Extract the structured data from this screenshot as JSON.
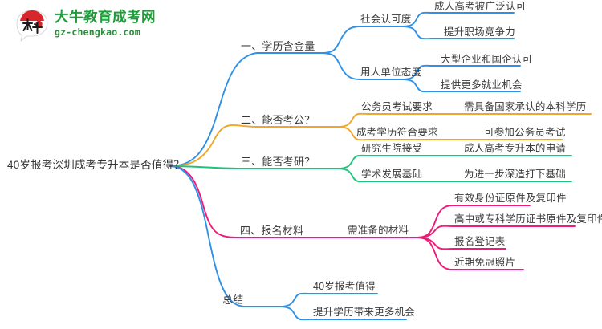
{
  "logo": {
    "name_cn": "大牛教育成考网",
    "url": "gz-chengkao.com",
    "mark_text": "大牛",
    "mark_icon": "cow-head-logo-icon",
    "color_green": "#1f9d3a",
    "color_red": "#d9262a"
  },
  "mindmap": {
    "root": {
      "label": "40岁报考深圳成考专升本是否值得？"
    },
    "branch_colors": {
      "branch1": "#2f90e8",
      "branch2": "#f0a62a",
      "branch3": "#1ec27a",
      "branch4": "#f01a78",
      "branch5": "#2f90e8"
    },
    "branches": [
      {
        "id": "branch1",
        "label": "一、学历含金量",
        "color": "#2f90e8",
        "children": [
          {
            "label": "社会认可度",
            "leaves": [
              "成人高考被广泛认可",
              "提升职场竞争力"
            ]
          },
          {
            "label": "用人单位态度",
            "leaves": [
              "大型企业和国企认可",
              "提供更多就业机会"
            ]
          }
        ]
      },
      {
        "id": "branch2",
        "label": "二、能否考公？",
        "color": "#f0a62a",
        "children": [
          {
            "label": "公务员考试要求",
            "leaves": [
              "需具备国家承认的本科学历"
            ]
          },
          {
            "label": "成考学历符合要求",
            "leaves": [
              "可参加公务员考试"
            ]
          }
        ]
      },
      {
        "id": "branch3",
        "label": "三、能否考研？",
        "color": "#1ec27a",
        "children": [
          {
            "label": "研究生院接受",
            "leaves": [
              "成人高考专升本的申请"
            ]
          },
          {
            "label": "学术发展基础",
            "leaves": [
              "为进一步深造打下基础"
            ]
          }
        ]
      },
      {
        "id": "branch4",
        "label": "四、报名材料",
        "color": "#f01a78",
        "children": [
          {
            "label": "需准备的材料",
            "leaves": [
              "有效身份证原件及复印件",
              "高中或专科学历证书原件及复印件",
              "报名登记表",
              "近期免冠照片"
            ]
          }
        ]
      },
      {
        "id": "branch5",
        "label": "总结",
        "color": "#2f90e8",
        "children": [
          {
            "label": "",
            "leaves": [
              "40岁报考值得",
              "提升学历带来更多机会"
            ]
          }
        ]
      }
    ]
  }
}
